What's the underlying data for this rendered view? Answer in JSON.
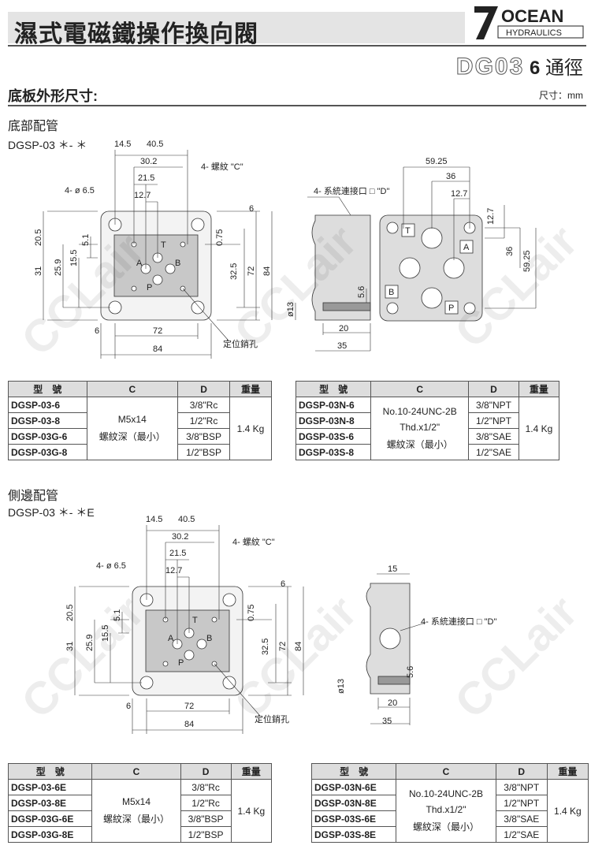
{
  "header": {
    "title": "濕式電磁鐵操作換向閥",
    "logo_top": "OCEAN",
    "logo_bottom": "HYDRAULICS",
    "series_code": "DG03",
    "series_size": "6",
    "series_unit": "通徑"
  },
  "section": {
    "title": "底板外形尺寸:",
    "unit": "尺寸：mm"
  },
  "bottom": {
    "title": "底部配管",
    "model": "DGSP-03 ＊- ＊"
  },
  "side": {
    "title": "側邊配管",
    "model": "DGSP-03 ＊- ＊E"
  },
  "d1": {
    "l": [
      "14.5",
      "40.5",
      "30.2",
      "21.5",
      "12.7",
      "4- 螺紋 \"C\"",
      "4- ø 6.5",
      "6",
      "20.5",
      "5.1",
      "0.75",
      "15.5",
      "25.9",
      "31",
      "32.5",
      "72",
      "84",
      "6",
      "72",
      "84",
      "定位銷孔",
      "T",
      "A",
      "B",
      "P"
    ]
  },
  "d2": {
    "l": [
      "14.5",
      "40.5",
      "30.2",
      "21.5",
      "12.7",
      "4- 螺紋 \"C\"",
      "4- ø 6.5",
      "6",
      "20.5",
      "5.1",
      "0.75",
      "15.5",
      "25.9",
      "31",
      "32.5",
      "72",
      "84",
      "6",
      "72",
      "84",
      "定位銷孔",
      "T",
      "A",
      "B",
      "P"
    ]
  },
  "sv1": {
    "port": "4- 系統連接口 □ \"D\"",
    "d13": "ø13",
    "d56": "5.6",
    "w20": "20",
    "w35": "35"
  },
  "rv1": {
    "a": "59.25",
    "b": "36",
    "c": "12.7",
    "d": "12.7",
    "e": "36",
    "f": "59.25",
    "T": "T",
    "A": "A",
    "B": "B",
    "P": "P"
  },
  "sv2": {
    "top": "15",
    "port": "4- 系統連接口 □ \"D\"",
    "d13": "ø13",
    "d56": "5.6",
    "w20": "20",
    "w35": "35"
  },
  "table_headers": [
    "型　號",
    "C",
    "D",
    "重量"
  ],
  "t1": {
    "c": "M5x14",
    "c2": "螺紋深（最小）",
    "w": "1.4 Kg",
    "rows": [
      [
        "DGSP-03-6",
        "3/8\"Rc"
      ],
      [
        "DGSP-03-8",
        "1/2\"Rc"
      ],
      [
        "DGSP-03G-6",
        "3/8\"BSP"
      ],
      [
        "DGSP-03G-8",
        "1/2\"BSP"
      ]
    ]
  },
  "t2": {
    "c": "No.10-24UNC-2B",
    "c2": "Thd.x1/2\"",
    "c3": "螺紋深（最小）",
    "w": "1.4 Kg",
    "rows": [
      [
        "DGSP-03N-6",
        "3/8\"NPT"
      ],
      [
        "DGSP-03N-8",
        "1/2\"NPT"
      ],
      [
        "DGSP-03S-6",
        "3/8\"SAE"
      ],
      [
        "DGSP-03S-8",
        "1/2\"SAE"
      ]
    ]
  },
  "t3": {
    "c": "M5x14",
    "c2": "螺紋深（最小）",
    "w": "1.4 Kg",
    "rows": [
      [
        "DGSP-03-6E",
        "3/8\"Rc"
      ],
      [
        "DGSP-03-8E",
        "1/2\"Rc"
      ],
      [
        "DGSP-03G-6E",
        "3/8\"BSP"
      ],
      [
        "DGSP-03G-8E",
        "1/2\"BSP"
      ]
    ]
  },
  "t4": {
    "c": "No.10-24UNC-2B",
    "c2": "Thd.x1/2\"",
    "c3": "螺紋深（最小）",
    "w": "1.4 Kg",
    "rows": [
      [
        "DGSP-03N-6E",
        "3/8\"NPT"
      ],
      [
        "DGSP-03N-8E",
        "1/2\"NPT"
      ],
      [
        "DGSP-03S-6E",
        "3/8\"SAE"
      ],
      [
        "DGSP-03S-8E",
        "1/2\"SAE"
      ]
    ]
  },
  "watermark": "CCLair"
}
